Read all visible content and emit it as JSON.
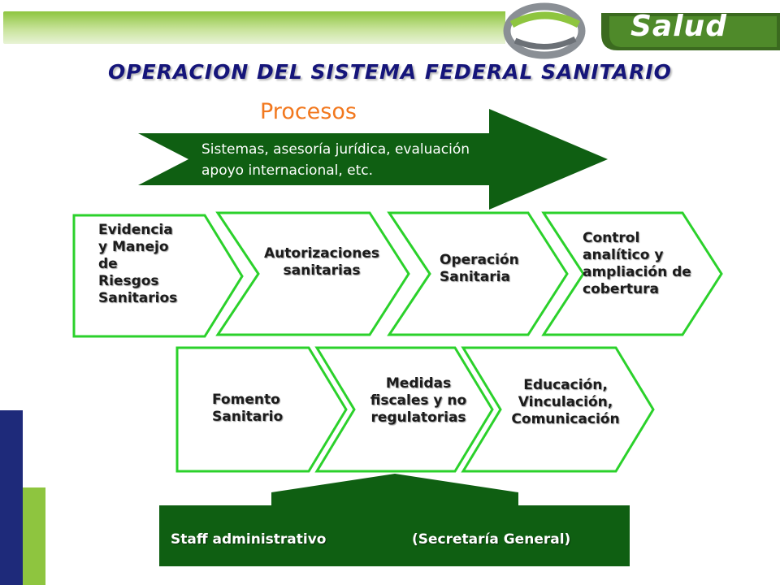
{
  "header": {
    "logo_text": "Salud",
    "title": "OPERACION DEL SISTEMA FEDERAL SANITARIO",
    "subtitle": "Procesos"
  },
  "top_arrow": {
    "text": "Sistemas, asesoría jurídica, evaluación\napoyo internacional, etc."
  },
  "row1": [
    {
      "label": "Evidencia\ny Manejo\nde\nRiesgos\nSanitarios"
    },
    {
      "label": "Autorizaciones\nsanitarias"
    },
    {
      "label": "Operación\nSanitaria"
    },
    {
      "label": "Control\nanalítico y\nampliación de\ncobertura"
    }
  ],
  "row2": [
    {
      "label": "Fomento\nSanitario"
    },
    {
      "label": "Medidas\nfiscales y no\nregulatorias"
    },
    {
      "label": "Educación,\nVinculación,\nComunicación"
    }
  ],
  "bottom_arrow": {
    "left_text": "Staff administrativo",
    "right_text": "(Secretaría General)"
  },
  "colors": {
    "dark_green": "#0f5f12",
    "bright_green": "#2bd12b",
    "title_navy": "#15157a",
    "subtitle_orange": "#f2781e",
    "accent_lime": "#8ec53f"
  }
}
